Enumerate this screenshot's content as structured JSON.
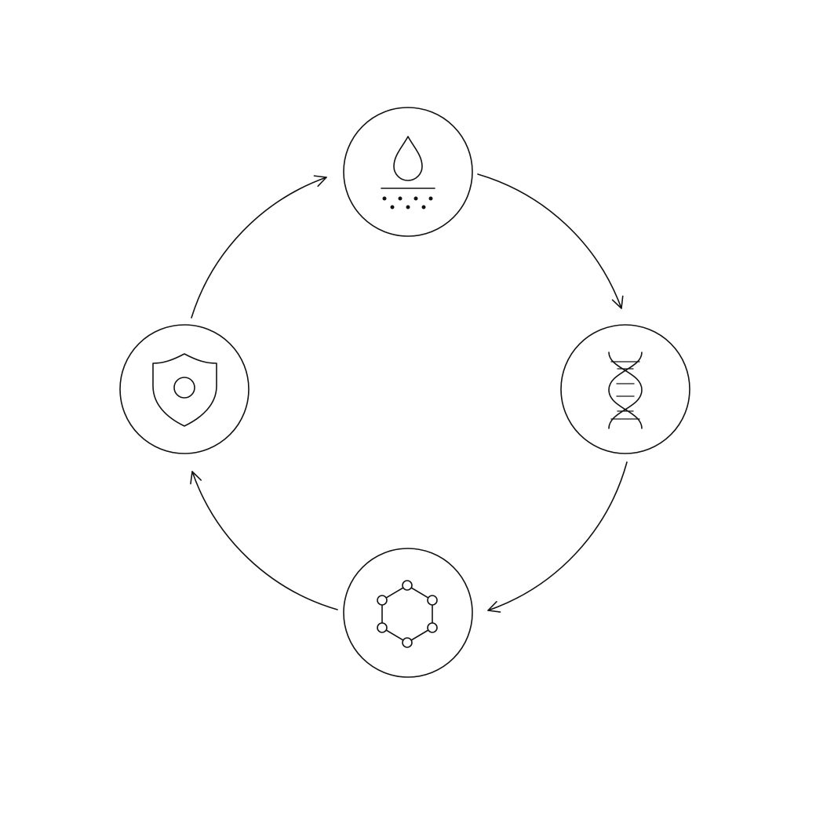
{
  "diagram": {
    "type": "cycle",
    "direction": "clockwise",
    "nodes": [
      {
        "id": "top",
        "icon": "water-drop-absorption-icon"
      },
      {
        "id": "right",
        "icon": "dna-helix-icon"
      },
      {
        "id": "bottom",
        "icon": "molecule-hexagon-icon"
      },
      {
        "id": "left",
        "icon": "shield-icon"
      }
    ],
    "edges": [
      {
        "from": "top",
        "to": "right"
      },
      {
        "from": "right",
        "to": "bottom"
      },
      {
        "from": "bottom",
        "to": "left"
      },
      {
        "from": "left",
        "to": "top"
      }
    ],
    "colors": {
      "line": "#111111",
      "background": "#ffffff"
    }
  }
}
